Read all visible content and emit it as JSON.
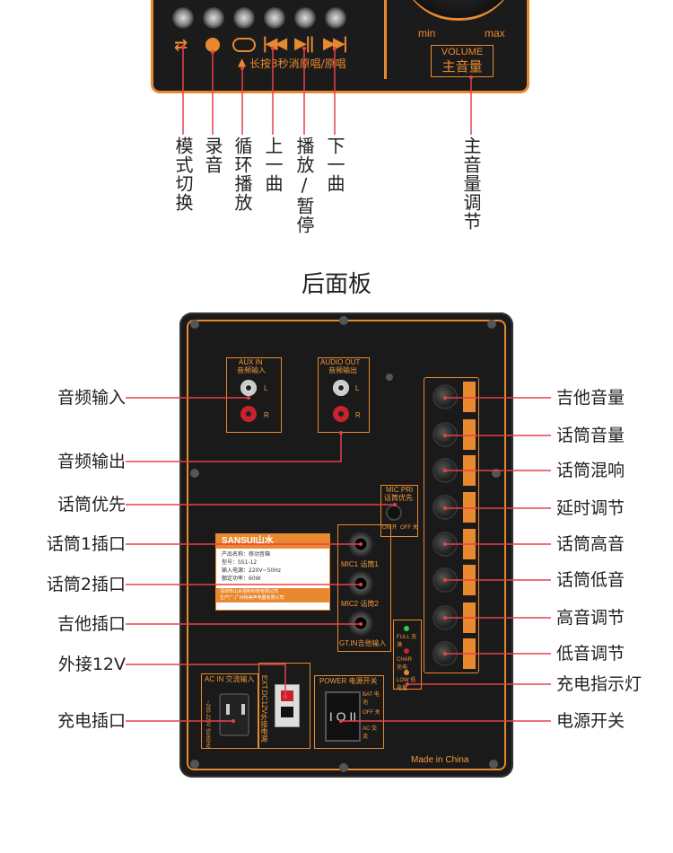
{
  "top_panel": {
    "volume_min": "min",
    "volume_max": "max",
    "volume_label_en": "VOLUME",
    "volume_label_cn": "主音量",
    "long_press_note": "长按3秒消原唱/原唱"
  },
  "top_callouts": [
    {
      "id": "mode",
      "label": "模式切换"
    },
    {
      "id": "record",
      "label": "录音"
    },
    {
      "id": "loop",
      "label": "循环播放"
    },
    {
      "id": "prev",
      "label": "上一曲"
    },
    {
      "id": "play",
      "label": "播放/暂停"
    },
    {
      "id": "next",
      "label": "下一曲"
    },
    {
      "id": "volume",
      "label": "主音量调节"
    }
  ],
  "rear_title": "后面板",
  "left_callouts": {
    "audio_in": "音频输入",
    "audio_out": "音频输出",
    "mic_priority": "话筒优先",
    "mic1": "话筒1插口",
    "mic2": "话筒2插口",
    "guitar": "吉他插口",
    "ext12v": "外接12V",
    "charge": "充电插口"
  },
  "right_callouts": {
    "guitar_vol": "吉他音量",
    "mic_vol": "话筒音量",
    "mic_echo": "话筒混响",
    "delay": "延时调节",
    "mic_treble": "话筒高音",
    "mic_bass": "话筒低音",
    "treble": "高音调节",
    "bass": "低音调节",
    "charge_led": "充电指示灯",
    "power_switch": "电源开关"
  },
  "panel_text": {
    "aux_in_en": "AUX IN",
    "aux_in_cn": "音频输入",
    "audio_out_en": "AUDIO OUT",
    "audio_out_cn": "音频输出",
    "l": "L",
    "r": "R",
    "mic_pri": "MIC PRI",
    "mic_pri_cn": "话筒优先",
    "on": "ON 开",
    "off": "OFF 关",
    "mic1": "MIC1 话筒1",
    "mic2": "MIC2 话筒2",
    "gtin": "GT.IN吉他输入",
    "brand": "SANSUI山水",
    "ac_in": "AC IN 交流输入",
    "ac_voltage": "~200-220V 50/60Hz",
    "ext_dc": "EXT.DC12V外接电源",
    "power": "POWER 电源开关",
    "bat": "BAT 电池",
    "off_sw": "OFF 关",
    "ac_sw": "AC 交流",
    "full": "FULL 充满",
    "char": "CHAR 充电",
    "low": "LOW 低电量",
    "made_in": "Made in China"
  },
  "label_card": {
    "line1": "产品名称：移动音箱",
    "line2": "型号：SS1-12",
    "line3": "输入电源：220V~50Hz",
    "line4": "额定功率：60W",
    "footer1": "深圳市山水视听科技有限公司",
    "footer2": "生产厂:广州特美声电器有限公司"
  },
  "colors": {
    "accent": "#e8892f",
    "callout_line": "#e8404a",
    "panel": "#1a1a1a"
  }
}
